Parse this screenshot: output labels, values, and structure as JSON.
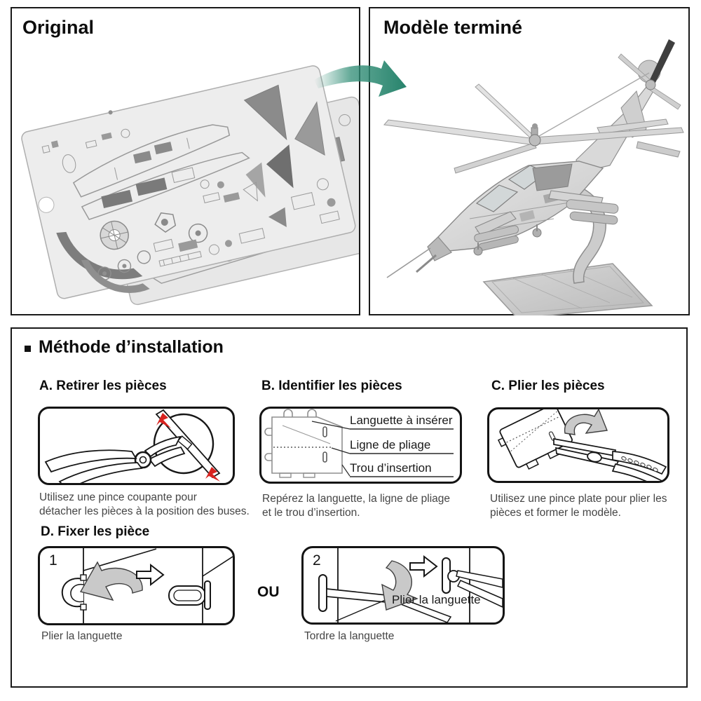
{
  "panels": {
    "original": {
      "title": "Original",
      "image": "metal-part-sheets-photo"
    },
    "finished": {
      "title": "Modèle terminé",
      "image": "assembled-helicopter-model-photo"
    }
  },
  "transition_arrow": {
    "icon": "curved-green-arrow",
    "color": "#2e8c74"
  },
  "installation": {
    "title": "Méthode d’installation",
    "steps": [
      {
        "letter": "A",
        "heading": "A. Retirer les pièces",
        "caption": "Utilisez une pince coupante pour\ndétacher les pièces à la position des buses.",
        "illustration": "cutting-pliers-snipping-sprue"
      },
      {
        "letter": "B",
        "heading": "B. Identifier les pièces",
        "labels": [
          "Languette à insérer",
          "Ligne de pliage",
          "Trou d’insertion"
        ],
        "caption": "Repérez la languette, la ligne de pliage\net le trou d’insertion.",
        "illustration": "part-anatomy-diagram"
      },
      {
        "letter": "C",
        "heading": "C. Plier les pièces",
        "caption": "Utilisez une pince plate pour plier les\npièces et former le modèle.",
        "illustration": "flat-pliers-bending-part"
      },
      {
        "letter": "D",
        "heading": "D. Fixer les pièce",
        "or_label": "OU",
        "option1": {
          "number": "1",
          "caption": "Plier la languette",
          "illustration": "fold-tab-diagram"
        },
        "option2": {
          "number": "2",
          "caption": "Tordre la languette",
          "inner_label": "Plier la languette",
          "illustration": "twist-tab-diagram"
        }
      }
    ]
  },
  "colors": {
    "frame_border": "#1a1a1a",
    "accent_green": "#2e8c74",
    "accent_red": "#d8231f",
    "caption_text": "#454545",
    "diagram_arrow_gray": "#c9c9c9",
    "metal_light": "#ececec",
    "metal_dark": "#8c8c8c"
  }
}
